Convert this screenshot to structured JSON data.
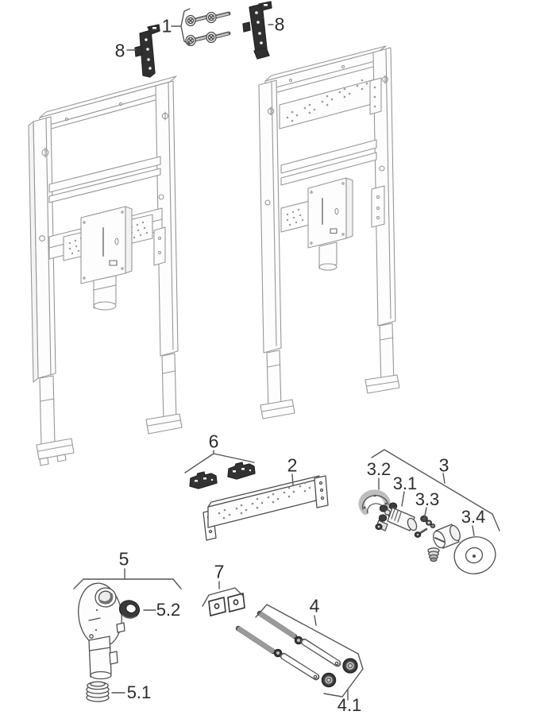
{
  "diagram": {
    "type": "exploded-parts-diagram",
    "background": "#ffffff",
    "frame_line_color": "#979797",
    "part_line_color": "#4f4f4f",
    "dark_fill_color": "#303030",
    "label_text_color": "#2d2d2d"
  },
  "labels": {
    "screw_set": "1",
    "crossbar_rail": "2",
    "valve_group": "3",
    "valve_body": "3.1",
    "mounting_plate": "3.2",
    "valve_fittings": "3.3",
    "cover_disc": "3.4",
    "rod_group": "4",
    "cap_nuts": "4.1",
    "trap_group": "5",
    "trap_collar": "5.1",
    "trap_seal_ring": "5.2",
    "clip_set": "6",
    "protection_plates": "7",
    "wall_bracket_left": "8",
    "wall_bracket_right": "8"
  }
}
